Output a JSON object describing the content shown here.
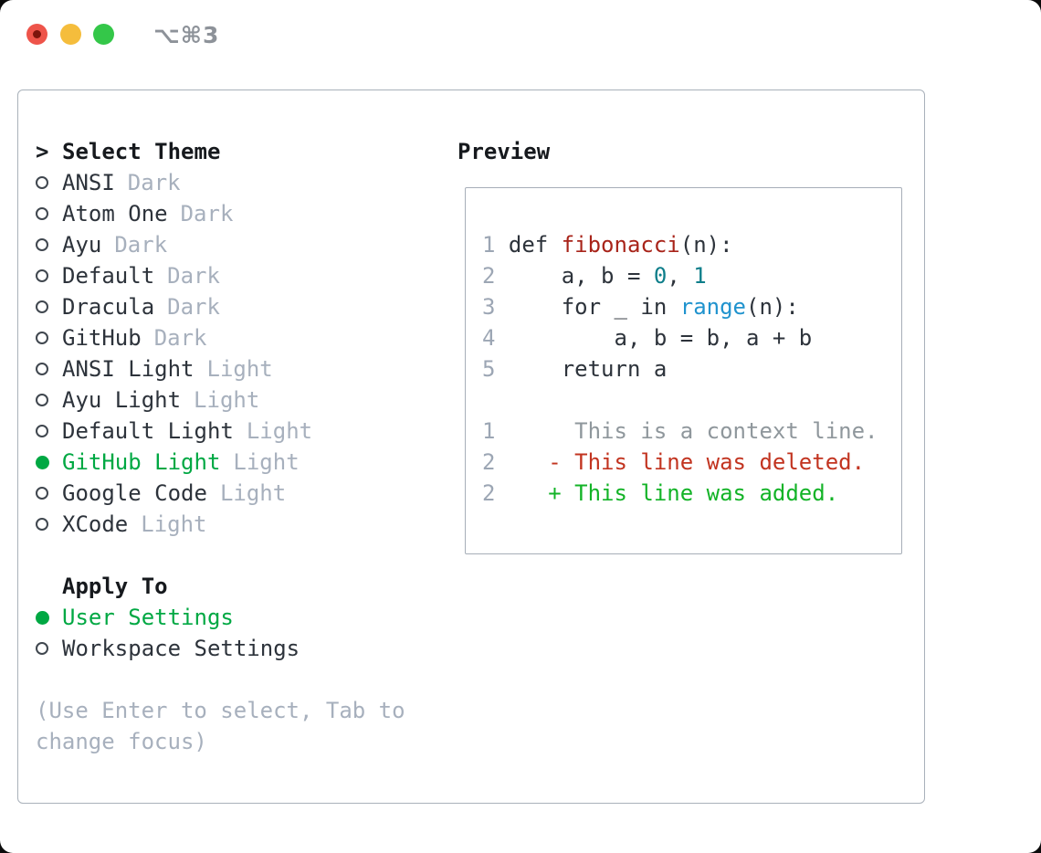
{
  "titlebar": {
    "title": "⌥⌘3",
    "lights": [
      "close",
      "minimize",
      "zoom"
    ]
  },
  "theme_picker": {
    "header_marker": ">",
    "header": "Select Theme",
    "items": [
      {
        "label": "ANSI",
        "tag": "Dark",
        "selected": false
      },
      {
        "label": "Atom One",
        "tag": "Dark",
        "selected": false
      },
      {
        "label": "Ayu",
        "tag": "Dark",
        "selected": false
      },
      {
        "label": "Default",
        "tag": "Dark",
        "selected": false
      },
      {
        "label": "Dracula",
        "tag": "Dark",
        "selected": false
      },
      {
        "label": "GitHub",
        "tag": "Dark",
        "selected": false
      },
      {
        "label": "ANSI Light",
        "tag": "Light",
        "selected": false
      },
      {
        "label": "Ayu Light",
        "tag": "Light",
        "selected": false
      },
      {
        "label": "Default Light",
        "tag": "Light",
        "selected": false
      },
      {
        "label": "GitHub Light",
        "tag": "Light",
        "selected": true
      },
      {
        "label": "Google Code",
        "tag": "Light",
        "selected": false
      },
      {
        "label": "XCode",
        "tag": "Light",
        "selected": false
      }
    ],
    "apply_to": {
      "header": "Apply To",
      "options": [
        {
          "label": "User Settings",
          "selected": true
        },
        {
          "label": "Workspace Settings",
          "selected": false
        }
      ]
    },
    "hint_line1": "(Use Enter to select, Tab to",
    "hint_line2": "change focus)"
  },
  "preview": {
    "header": "Preview",
    "code_lines": [
      {
        "num": "1",
        "tokens": [
          {
            "text": "def ",
            "color": "plain"
          },
          {
            "text": "fibonacci",
            "color": "func"
          },
          {
            "text": "(n):",
            "color": "plain"
          }
        ]
      },
      {
        "num": "2",
        "tokens": [
          {
            "text": "    a, b = ",
            "color": "plain"
          },
          {
            "text": "0",
            "color": "number"
          },
          {
            "text": ", ",
            "color": "plain"
          },
          {
            "text": "1",
            "color": "number"
          }
        ]
      },
      {
        "num": "3",
        "tokens": [
          {
            "text": "    for _ in ",
            "color": "plain"
          },
          {
            "text": "range",
            "color": "builtin"
          },
          {
            "text": "(n):",
            "color": "plain"
          }
        ]
      },
      {
        "num": "4",
        "tokens": [
          {
            "text": "        a, b = b, a + b",
            "color": "plain"
          }
        ]
      },
      {
        "num": "5",
        "tokens": [
          {
            "text": "    return a",
            "color": "plain"
          }
        ]
      },
      {
        "num": "",
        "tokens": []
      },
      {
        "num": "1",
        "tokens": [
          {
            "text": "     This is a context line.",
            "color": "context"
          }
        ]
      },
      {
        "num": "2",
        "tokens": [
          {
            "text": "   - This line was deleted.",
            "color": "deleted"
          }
        ]
      },
      {
        "num": "2",
        "tokens": [
          {
            "text": "   + This line was added.",
            "color": "added"
          }
        ]
      }
    ]
  },
  "colors": {
    "selection_green": "#00a843",
    "added_green": "#13b327",
    "deleted_red": "#c23420",
    "function_red": "#a8241a",
    "number_teal": "#0e7e8a",
    "builtin_blue": "#2093ce",
    "context_gray": "#8f979c",
    "meta_gray": "#a7b0bd",
    "line_number_gray": "#9ca6b4",
    "text_primary": "#2d333b",
    "panel_border": "#a9b1ba",
    "traffic_red": "#ee544a",
    "traffic_yellow": "#f5bd3c",
    "traffic_green": "#34c749"
  }
}
